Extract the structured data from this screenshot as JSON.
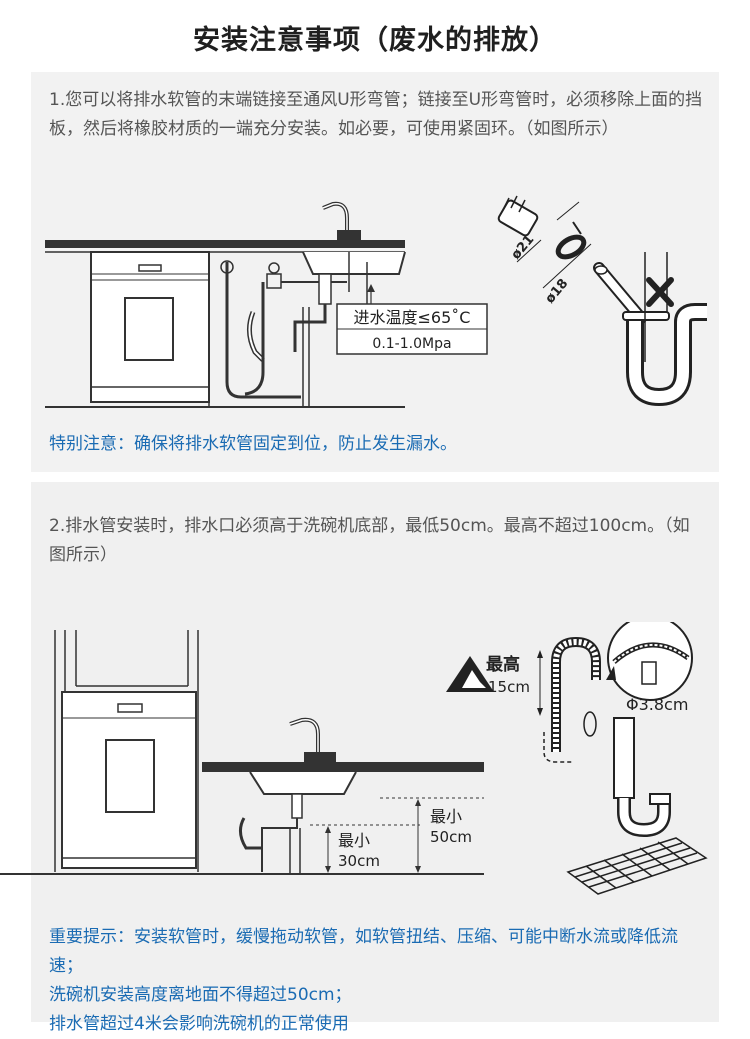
{
  "page": {
    "title": "安装注意事项（废水的排放）"
  },
  "section1": {
    "text": "1.您可以将排水软管的末端链接至通风U形弯管；链接至U形弯管时，必须移除上面的挡板，然后将橡胶材质的一端充分安装。如必要，可使用紧固环。（如图所示）",
    "callout_line1": "进水温度≤65˚C",
    "callout_line2": "0.1-1.0Mpa",
    "dim_a": "ø21",
    "dim_b": "ø18",
    "note": "特别注意：确保将排水软管固定到位，防止发生漏水。"
  },
  "section2": {
    "text": "2.排水管安装时，排水口必须高于洗碗机底部，最低50cm。最高不超过100cm。（如图所示）",
    "min_label": "最小",
    "min_value": "30cm",
    "min2_label": "最小",
    "min2_value": "50cm",
    "max_label": "最高",
    "max_value": "15cm",
    "pipe_dia": "Φ3.8cm",
    "note_line1": "重要提示：安装软管时，缓慢拖动软管，如软管扭结、压缩、可能中断水流或降低流速；",
    "note_line2": "洗碗机安装高度离地面不得超过50cm；",
    "note_line3": "排水管超过4米会影响洗碗机的正常使用"
  },
  "colors": {
    "note_blue": "#1a6bb3",
    "panel_gray": "#f2f2f2"
  }
}
